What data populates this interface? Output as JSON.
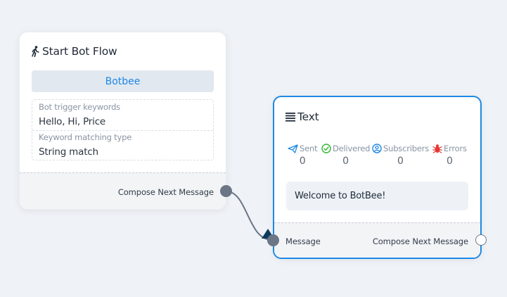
{
  "start_node": {
    "title": "Start Bot Flow",
    "icon": "walking-person-icon",
    "bot_button_label": "Botbee",
    "trigger_label": "Bot trigger keywords",
    "trigger_value": "Hello, Hi, Price",
    "matching_label": "Keyword matching type",
    "matching_value": "String match",
    "footer_label": "Compose Next Message"
  },
  "text_node": {
    "title": "Text",
    "icon": "align-justify-icon",
    "stats": [
      {
        "label": "Sent",
        "value": "0",
        "icon": "paper-plane-icon",
        "color": "#1e88e5"
      },
      {
        "label": "Delivered",
        "value": "0",
        "icon": "check-circle-icon",
        "color": "#2eb82e"
      },
      {
        "label": "Subscribers",
        "value": "0",
        "icon": "user-circle-icon",
        "color": "#1e88e5"
      },
      {
        "label": "Errors",
        "value": "0",
        "icon": "bug-icon",
        "color": "#e53935"
      }
    ],
    "message_preview": "Welcome to BotBee!",
    "input_label": "Message",
    "output_label": "Compose Next Message"
  },
  "colors": {
    "accent": "#1e88e5",
    "canvas_bg": "#eff2f6",
    "port_fill": "#6b7686",
    "connector_arrow": "#0d3a5c"
  }
}
